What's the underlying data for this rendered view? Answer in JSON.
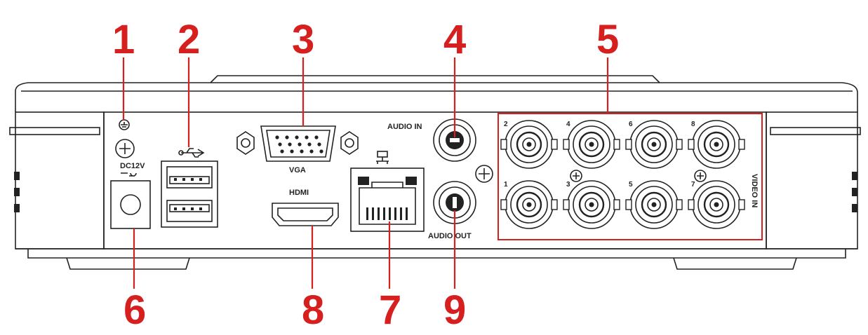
{
  "panel_labels": {
    "dc": "DC12V",
    "vga": "VGA",
    "hdmi": "HDMI",
    "audio_in": "AUDIO IN",
    "audio_out": "AUDIO OUT",
    "video_in": "VIDEO IN"
  },
  "bnc_numbers": [
    "2",
    "4",
    "6",
    "8",
    "1",
    "3",
    "5",
    "7"
  ],
  "callouts": [
    {
      "number": "1",
      "target": "ground-screw"
    },
    {
      "number": "2",
      "target": "usb-ports"
    },
    {
      "number": "3",
      "target": "vga-port"
    },
    {
      "number": "4",
      "target": "audio-in-jack"
    },
    {
      "number": "5",
      "target": "video-in-bnc-group"
    },
    {
      "number": "6",
      "target": "dc-power-jack"
    },
    {
      "number": "8",
      "target": "hdmi-port"
    },
    {
      "number": "7",
      "target": "ethernet-port"
    },
    {
      "number": "9",
      "target": "audio-out-jack"
    }
  ],
  "colors": {
    "callout": "#d62020",
    "line_art": "#222222",
    "background": "#ffffff"
  }
}
